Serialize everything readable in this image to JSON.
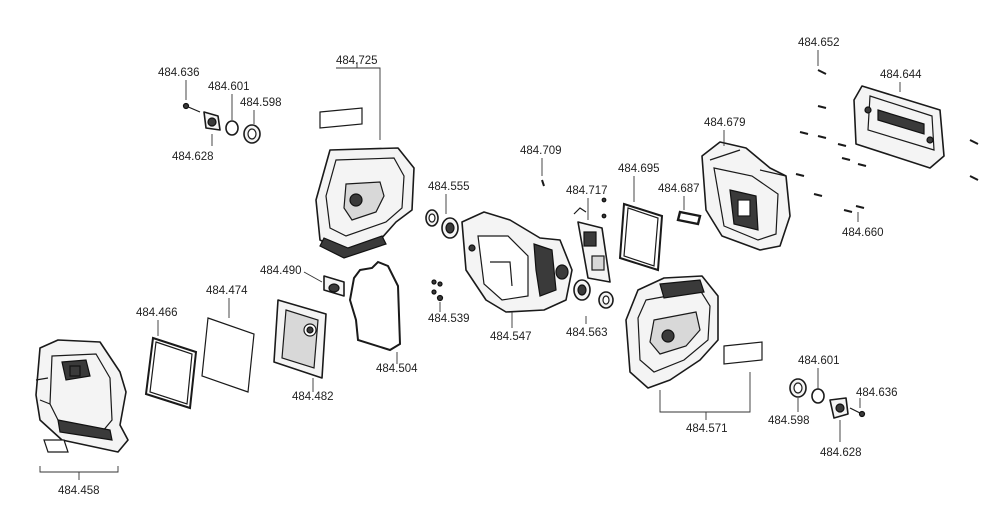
{
  "labels": {
    "p484636a": "484.636",
    "p484601a": "484.601",
    "p484598a": "484.598",
    "p484628a": "484.628",
    "p484725": "484.725",
    "p484555": "484.555",
    "p484709": "484.709",
    "p484717": "484.717",
    "p484695": "484.695",
    "p484687": "484.687",
    "p484679": "484.679",
    "p484652": "484.652",
    "p484644": "484.644",
    "p484660": "484.660",
    "p484490": "484.490",
    "p484474": "484.474",
    "p484466": "484.466",
    "p484482": "484.482",
    "p484504": "484.504",
    "p484539": "484.539",
    "p484547": "484.547",
    "p484563": "484.563",
    "p484571": "484.571",
    "p484601b": "484.601",
    "p484636b": "484.636",
    "p484598b": "484.598",
    "p484628b": "484.628",
    "p484458": "484.458"
  }
}
